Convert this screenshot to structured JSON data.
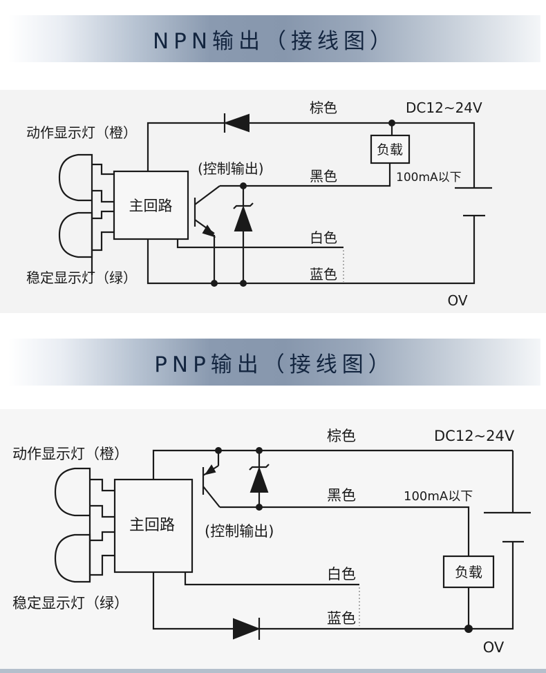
{
  "npn": {
    "title": "NPN输出（接线图）",
    "action_lamp": "动作显示灯（橙）",
    "stable_lamp": "稳定显示灯（绿）",
    "main_circuit": "主回路",
    "control_output": "(控制输出)",
    "brown": "棕色",
    "black": "黑色",
    "white": "白色",
    "blue": "蓝色",
    "load": "负载",
    "current_limit": "100mA以下",
    "supply": "DC12~24V",
    "zero_volt": "OV"
  },
  "pnp": {
    "title": "PNP输出（接线图）",
    "action_lamp": "动作显示灯（橙）",
    "stable_lamp": "稳定显示灯（绿）",
    "main_circuit": "主回路",
    "control_output": "(控制输出)",
    "brown": "棕色",
    "black": "黑色",
    "white": "白色",
    "blue": "蓝色",
    "load": "负载",
    "current_limit": "100mA以下",
    "supply": "DC12~24V",
    "zero_volt": "OV"
  }
}
